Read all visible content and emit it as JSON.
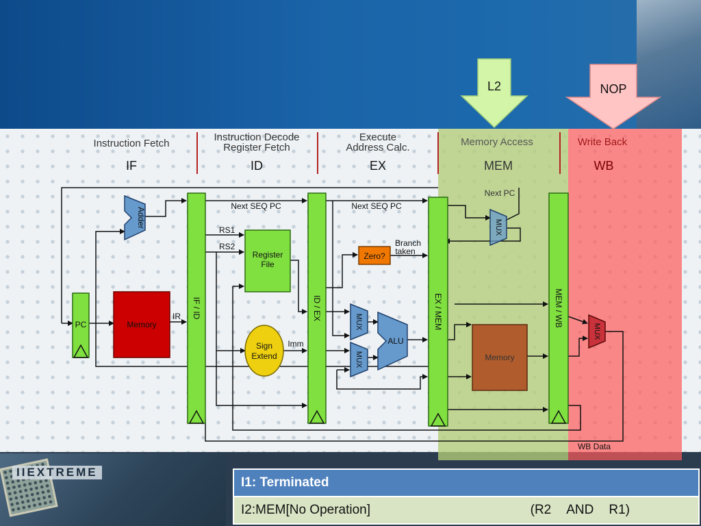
{
  "colors": {
    "top_band": "#1a63a8",
    "l2_arrow": "#d3f5a8",
    "nop_arrow": "#ffc4c4",
    "mem_highlight": "#b4cd78",
    "wb_highlight": "#ff6060",
    "pipeline_register": "#80e040",
    "instruction_memory": "#cc0000",
    "data_memory": "#b05c2c",
    "alu_blue": "#6699cc",
    "zero_orange": "#f07800",
    "sign_extend": "#eed010",
    "table_header": "#4f81bd",
    "table_row": "#d9e4c4"
  },
  "callouts": {
    "l2": "L2",
    "nop": "NOP"
  },
  "stages": [
    {
      "line1": "Instruction Fetch",
      "line2": "",
      "abbr": "IF"
    },
    {
      "line1": "Instruction Decode",
      "line2": "Register Fetch",
      "abbr": "ID"
    },
    {
      "line1": "Execute",
      "line2": "Address Calc.",
      "abbr": "EX"
    },
    {
      "line1": "Memory Access",
      "line2": "",
      "abbr": "MEM"
    },
    {
      "line1": "Write Back",
      "line2": "",
      "abbr": "WB"
    }
  ],
  "blocks": {
    "pc": "PC",
    "adder": "Adder",
    "instr_memory": "Memory",
    "ir": "IR",
    "if_id": "IF / ID",
    "rs1": "RS1",
    "rs2": "RS2",
    "register_file_1": "Register",
    "register_file_2": "File",
    "sign_extend_1": "Sign",
    "sign_extend_2": "Extend",
    "imm": "Imm",
    "next_seq_pc_1": "Next SEQ PC",
    "id_ex": "ID / EX",
    "next_seq_pc_2": "Next SEQ PC",
    "zero": "Zero?",
    "branch_1": "Branch",
    "branch_2": "taken",
    "mux_ex_top": "MUX",
    "mux_ex_bottom": "MUX",
    "alu": "ALU",
    "ex_mem": "EX / MEM",
    "next_pc": "Next PC",
    "mux_mem": "MUX",
    "data_memory": "Memory",
    "mem_wb": "MEM / WB",
    "mux_wb": "MUX",
    "wb_data": "WB Data"
  },
  "table": {
    "row1": "I1: Terminated",
    "row2_main": "I2:MEM[No Operation]",
    "row2_a": "(R2",
    "row2_b": "AND",
    "row2_c": "R1)"
  },
  "logo": "IIEXTREME"
}
